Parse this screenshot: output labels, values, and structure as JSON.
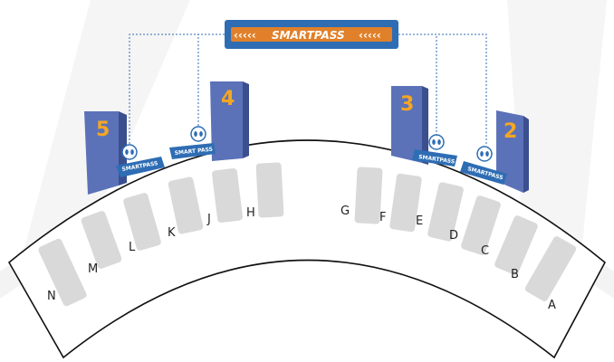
{
  "banner": {
    "logo_text": "SMARTPASS",
    "chevrons_left": "‹‹‹‹‹",
    "chevrons_right": "‹‹‹‹‹",
    "color": "#2e6db4",
    "stripe_color": "#e0802a"
  },
  "gates": [
    {
      "number": "5",
      "mat_label": "SMARTPASS"
    },
    {
      "number": "4",
      "mat_label": "SMART PASS"
    },
    {
      "number": "3",
      "mat_label": "SMARTPASS"
    },
    {
      "number": "2",
      "mat_label": "SMARTPASS"
    }
  ],
  "lanes": [
    "N",
    "M",
    "L",
    "K",
    "J",
    "H",
    "G",
    "F",
    "E",
    "D",
    "C",
    "B",
    "A"
  ],
  "icons": {
    "footprint": "footprints-icon"
  },
  "colors": {
    "pillar": "#5b72b8",
    "pillar_dark": "#3b4f8e",
    "lane_bar": "#d9d9d9",
    "dotted_line": "#2e6db4",
    "background_arc": "#f2f2f2"
  }
}
